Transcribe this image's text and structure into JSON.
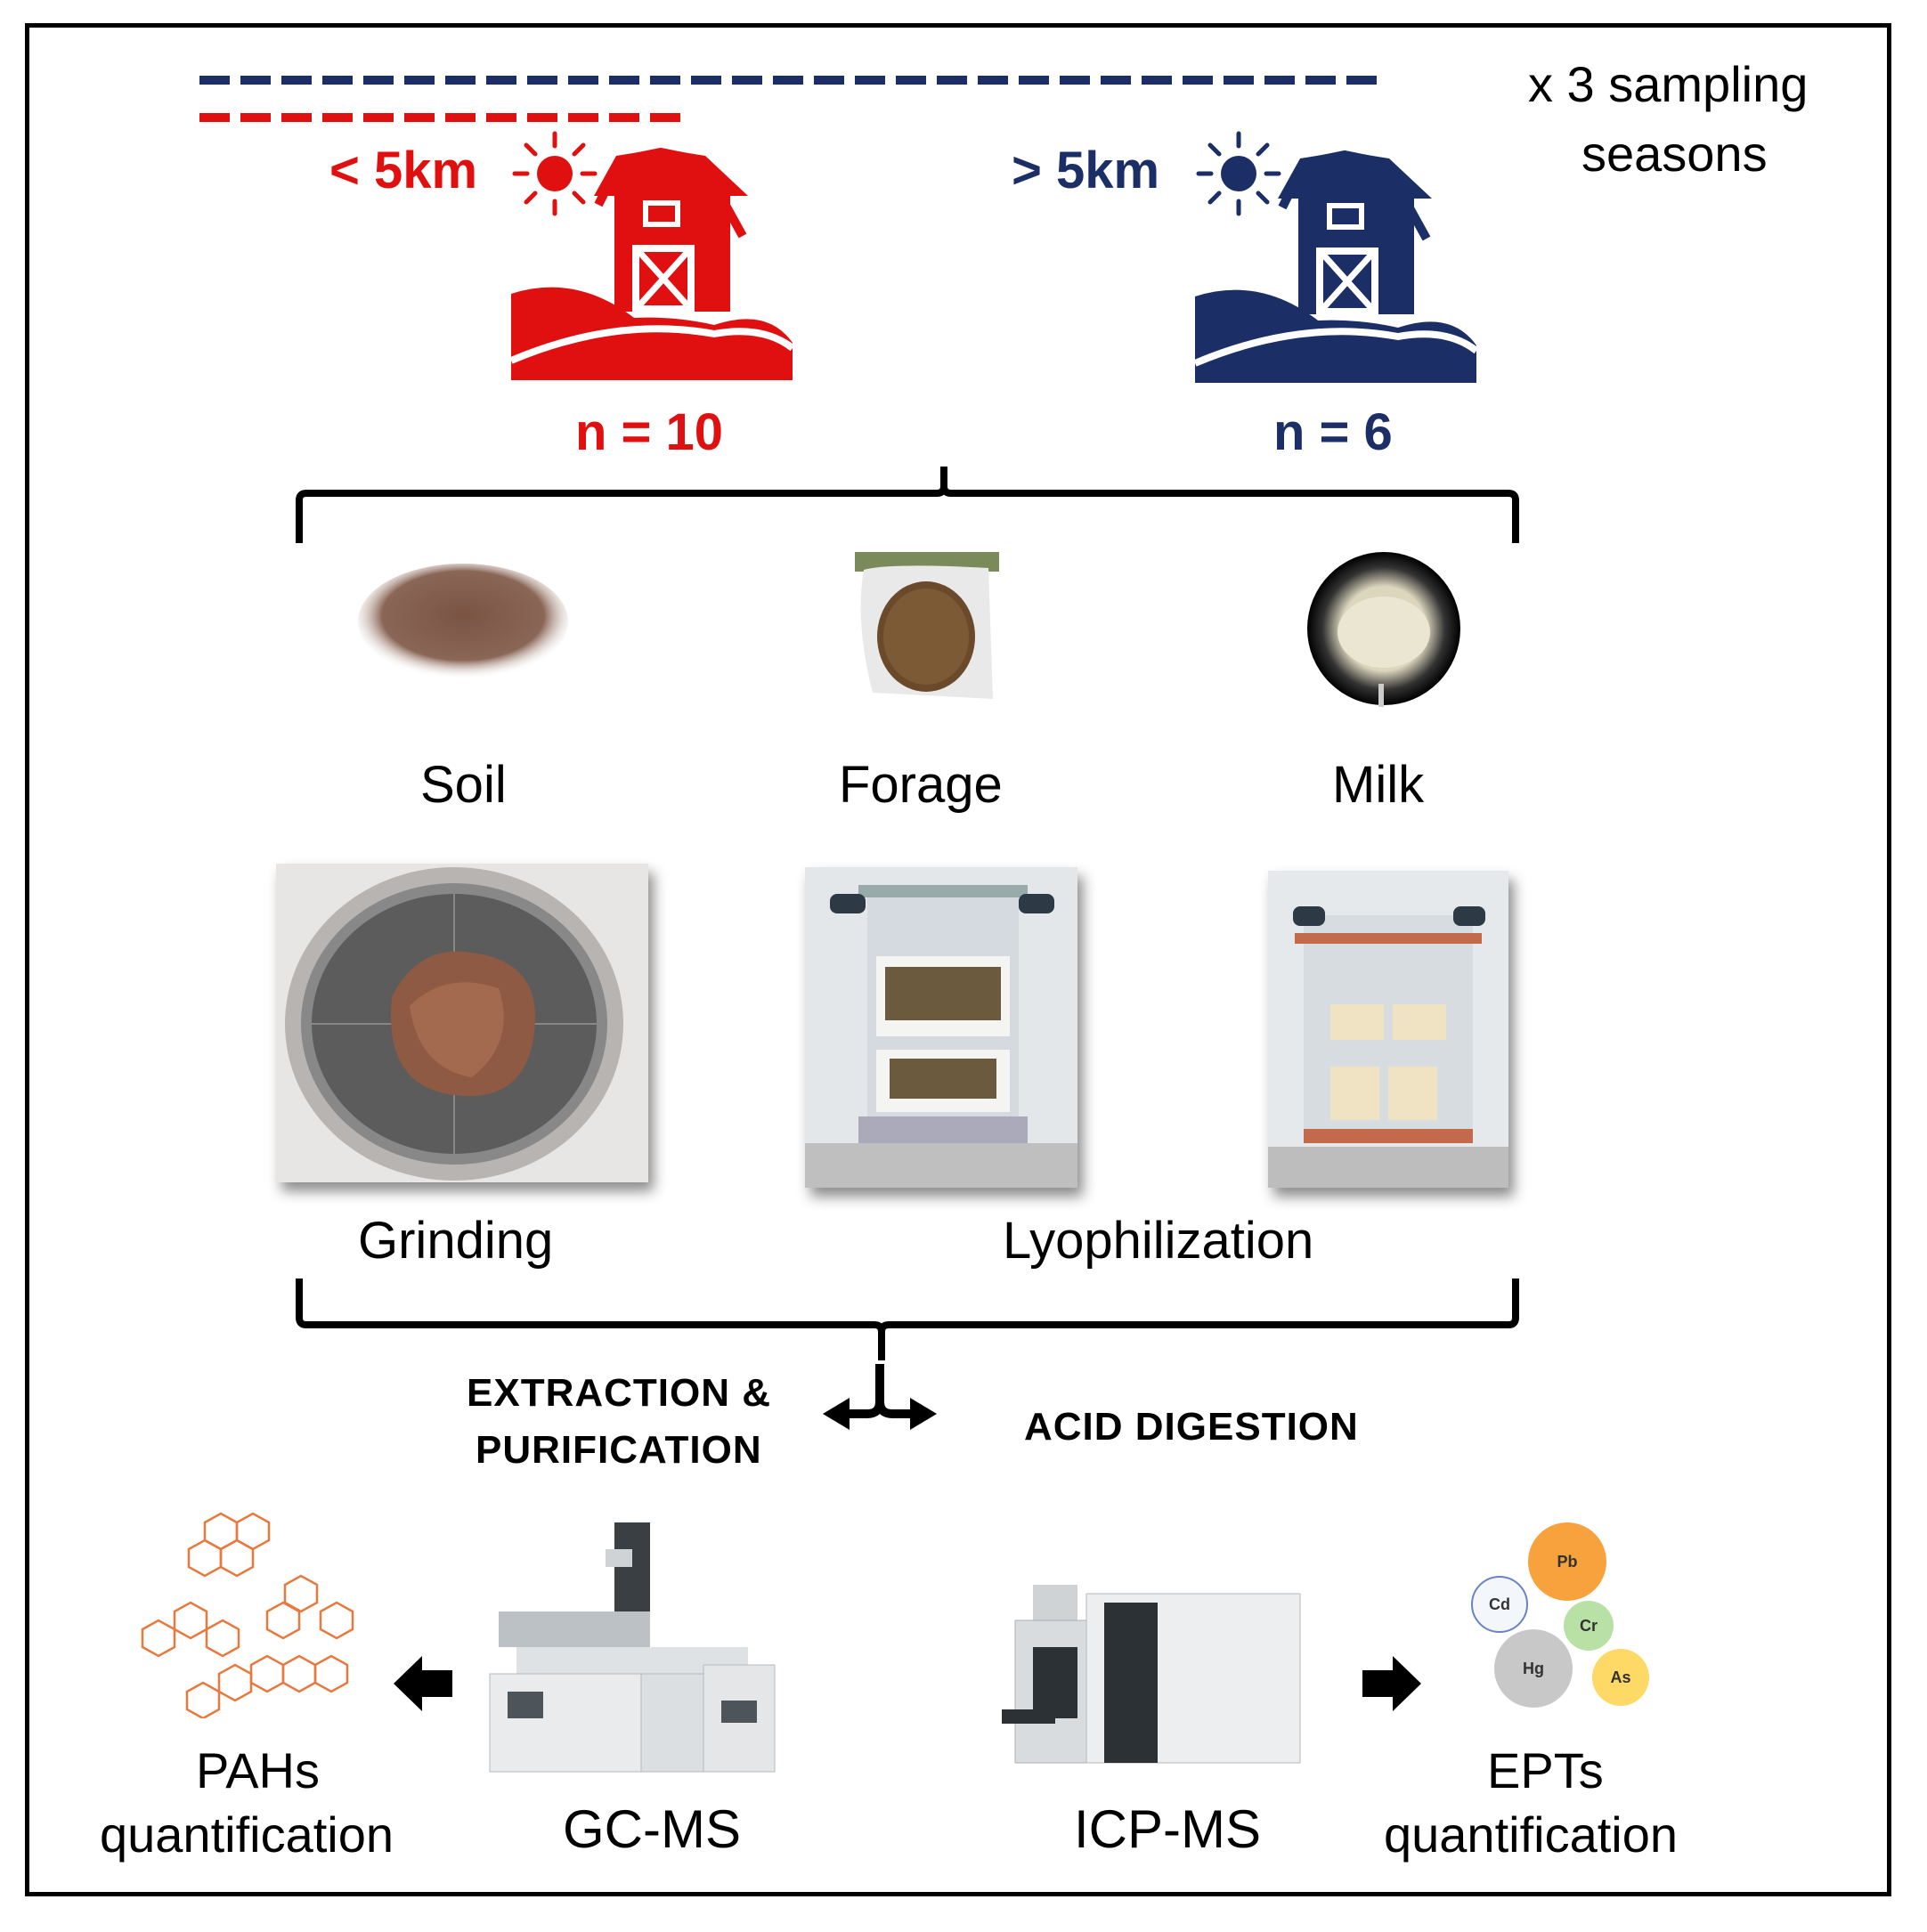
{
  "header": {
    "seasons_line1": "x 3 sampling",
    "seasons_line2": "seasons"
  },
  "farms": {
    "near": {
      "distance": "< 5km",
      "count": "n = 10",
      "color": "#e01010"
    },
    "far": {
      "distance": "> 5km",
      "count": "n = 6",
      "color": "#1b2f66"
    }
  },
  "samples": [
    {
      "label": "Soil"
    },
    {
      "label": "Forage"
    },
    {
      "label": "Milk"
    }
  ],
  "processing": {
    "grinding": "Grinding",
    "lyophilization": "Lyophilization"
  },
  "branches": {
    "left_line1": "EXTRACTION &",
    "left_line2": "PURIFICATION",
    "right": "ACID DIGESTION"
  },
  "instruments": {
    "gcms": "GC-MS",
    "icpms": "ICP-MS"
  },
  "outputs": {
    "pahs_line1": "PAHs",
    "pahs_line2": "quantification",
    "epts_line1": "EPTs",
    "epts_line2": "quantification"
  },
  "elements": [
    {
      "symbol": "Pb",
      "color": "#f7a23c"
    },
    {
      "symbol": "Cd",
      "color": "#f3f6fb"
    },
    {
      "symbol": "Cr",
      "color": "#b9e0a5"
    },
    {
      "symbol": "Hg",
      "color": "#c8c8c8"
    },
    {
      "symbol": "As",
      "color": "#ffd966"
    }
  ]
}
